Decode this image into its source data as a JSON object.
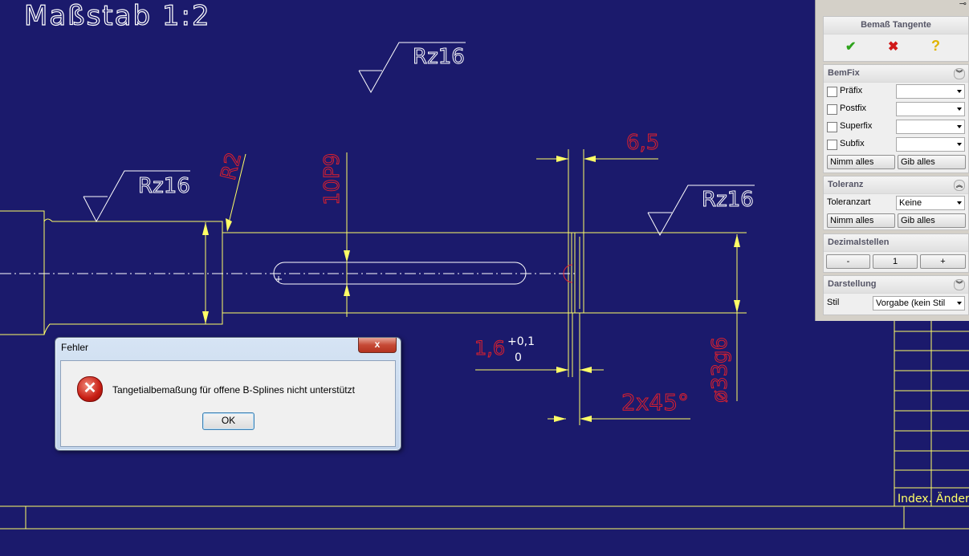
{
  "drawing": {
    "scale_title": "Maßstab 1:2",
    "dims": {
      "rz_top": "Rz16",
      "rz_left": "Rz16",
      "rz_right": "Rz16",
      "radius": "R2",
      "keyway": "10P9",
      "width": "6,5",
      "groove": "1,6",
      "tol_upper": "+0,1",
      "tol_lower": "0",
      "chamfer": "2x45°",
      "diameter": "ø33g6"
    },
    "title_block": {
      "index": "Index.",
      "aenderung": "Änderu"
    },
    "colors": {
      "background": "#1b1a6c",
      "geometry": "#ffff66",
      "dimension_text": "#e0202c",
      "text": "#ffffff"
    }
  },
  "panel": {
    "title": "Bemaß Tangente",
    "actions": {
      "confirm": "✔",
      "cancel": "✖",
      "help": "?"
    },
    "bemfix": {
      "header": "BemFix",
      "rows": [
        {
          "label": "Präfix",
          "value": ""
        },
        {
          "label": "Postfix",
          "value": ""
        },
        {
          "label": "Superfix",
          "value": ""
        },
        {
          "label": "Subfix",
          "value": ""
        }
      ],
      "take_all": "Nimm alles",
      "give_all": "Gib alles"
    },
    "toleranz": {
      "header": "Toleranz",
      "type_label": "Toleranzart",
      "type_value": "Keine",
      "take_all": "Nimm alles",
      "give_all": "Gib alles"
    },
    "dezimal": {
      "header": "Dezimalstellen",
      "minus": "-",
      "value": "1",
      "plus": "+"
    },
    "darstellung": {
      "header": "Darstellung",
      "stil_label": "Stil",
      "stil_value": "Vorgabe (kein Stil"
    }
  },
  "dialog": {
    "title": "Fehler",
    "close": "x",
    "icon": "error-icon",
    "message": "Tangetialbemaßung für offene B-Splines nicht unterstützt",
    "ok": "OK"
  }
}
